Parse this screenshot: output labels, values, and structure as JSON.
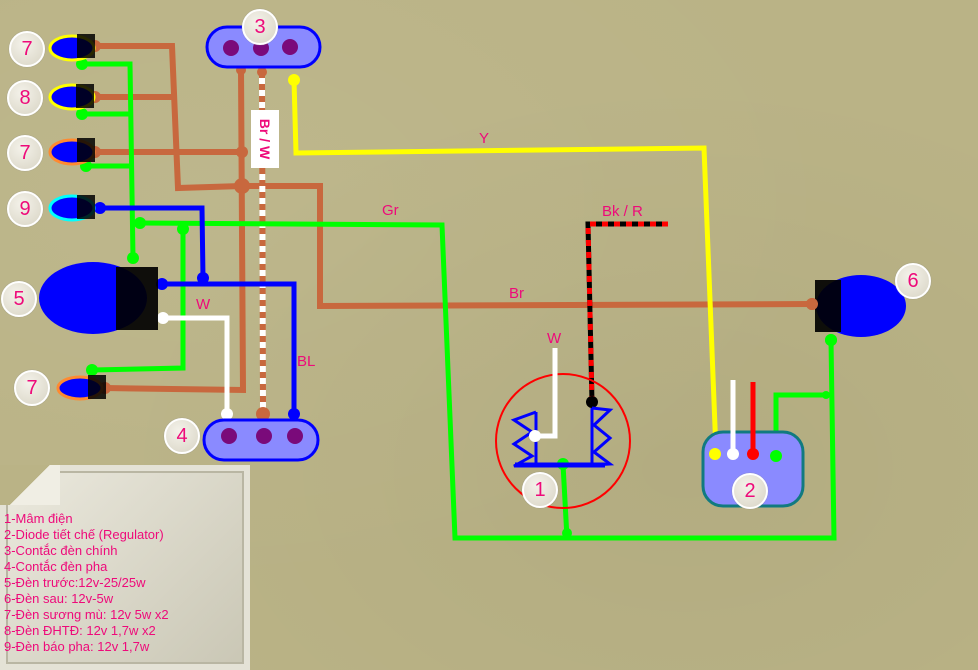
{
  "diagram": {
    "title": "Motorcycle lighting wiring diagram",
    "wire_labels": {
      "brown_white": "Br / W",
      "yellow": "Y",
      "green": "Gr",
      "black_red": "Bk / R",
      "brown": "Br",
      "white_stator": "W",
      "white_headlight": "W",
      "blue": "BL"
    },
    "badges": [
      "7",
      "8",
      "7",
      "9",
      "5",
      "7",
      "3",
      "4",
      "1",
      "2",
      "6"
    ],
    "colors": {
      "brown": "#c8683e",
      "green": "#00ff00",
      "blue": "#0000ff",
      "yellow": "#ffff00",
      "white": "#ffffff",
      "red": "#ff0000",
      "black": "#000000",
      "label": "#ee0a7a",
      "connector_fill": "#8a8aff",
      "pin": "#7a0a7a",
      "background": "#bab386"
    }
  },
  "legend": {
    "items": [
      "1-Mâm điện",
      "2-Diode tiết chế (Regulator)",
      "3-Contắc đèn chính",
      "4-Contắc đèn pha",
      "5-Đèn trước:12v-25/25w",
      "6-Đèn sau: 12v-5w",
      "7-Đèn sương mù: 12v 5w x2",
      "8-Đèn ĐHTĐ: 12v 1,7w x2",
      "9-Đèn báo pha: 12v 1,7w"
    ]
  }
}
